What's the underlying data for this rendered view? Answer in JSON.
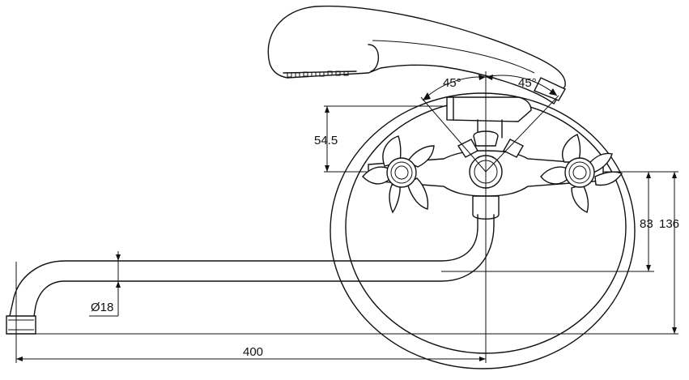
{
  "dimensions": {
    "angle_left": "45°",
    "angle_right": "45°",
    "height_spout_axis": "54.5",
    "height_83": "83",
    "height_136": "136",
    "spout_diameter": "Ø18",
    "spout_length": "400"
  },
  "colors": {
    "line": "#111111",
    "background": "#ffffff"
  }
}
